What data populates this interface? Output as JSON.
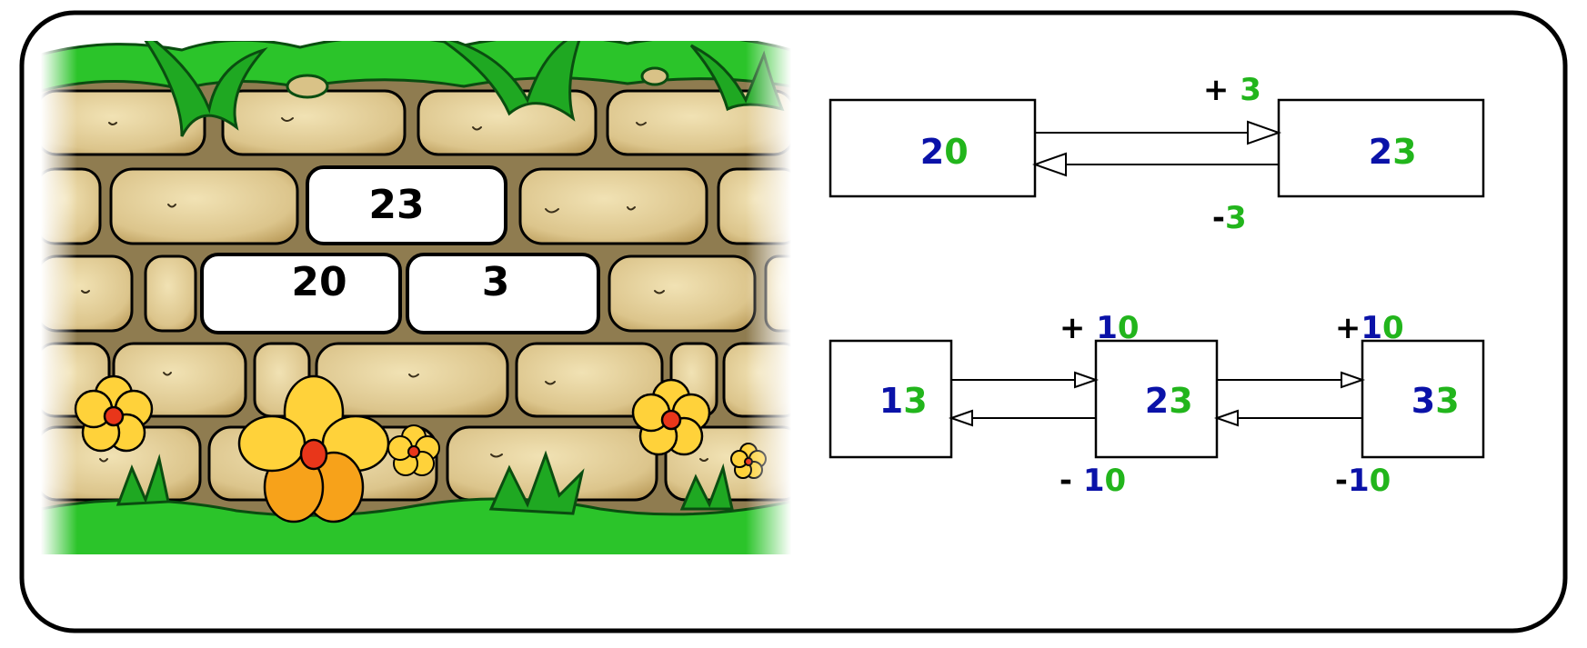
{
  "wall": {
    "top_brick": "23",
    "bottom_left_brick": "20",
    "bottom_right_brick": "3"
  },
  "colors": {
    "tens": "#0a12a8",
    "ones": "#22b51c",
    "sign": "#000000",
    "brick": "#e6d29c",
    "brick_shade": "#c9ad6d",
    "mortar": "#7a6a45",
    "grass": "#2bc42a",
    "grass_dark": "#138a18",
    "petal": "#ffd23a",
    "petal_dark": "#f7a21a",
    "flower_center": "#e8361a"
  },
  "diagram_top": {
    "left_box": {
      "tens": "2",
      "ones": "0"
    },
    "right_box": {
      "tens": "2",
      "ones": "3"
    },
    "forward_op": {
      "sign": "+ ",
      "tens": "",
      "ones": "3"
    },
    "backward_op": {
      "sign": "-",
      "tens": "",
      "ones": "3"
    }
  },
  "diagram_bottom": {
    "left_box": {
      "tens": "1",
      "ones": "3"
    },
    "middle_box": {
      "tens": "2",
      "ones": "3"
    },
    "right_box": {
      "tens": "3",
      "ones": "3"
    },
    "forward_op_1": {
      "sign": "+ ",
      "tens": "1",
      "ones": "0"
    },
    "backward_op_1": {
      "sign": "- ",
      "tens": "1",
      "ones": "0"
    },
    "forward_op_2": {
      "sign": "+",
      "tens": "1",
      "ones": "0"
    },
    "backward_op_2": {
      "sign": "-",
      "tens": "1",
      "ones": "0"
    }
  }
}
